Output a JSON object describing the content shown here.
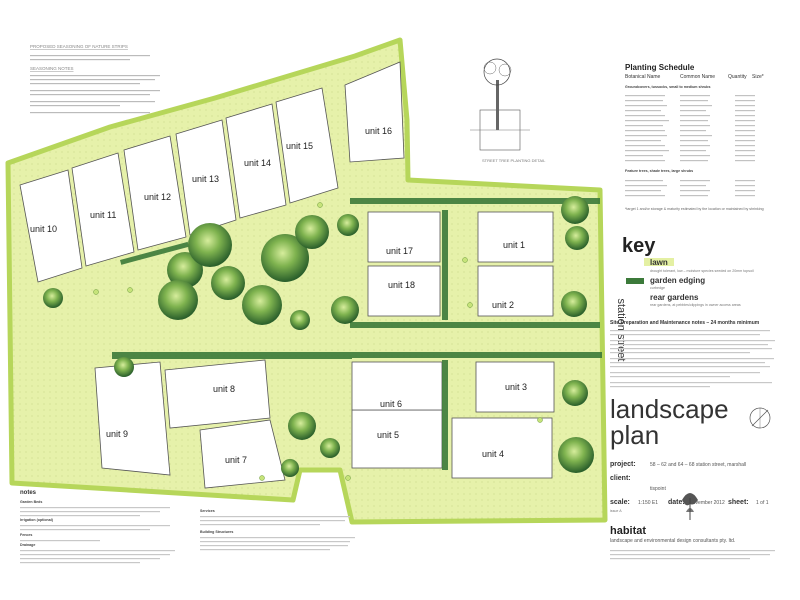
{
  "plan": {
    "title": "landscape plan",
    "street_name": "station street",
    "units": [
      "unit 1",
      "unit 2",
      "unit 3",
      "unit 4",
      "unit 5",
      "unit 6",
      "unit 7",
      "unit 8",
      "unit 9",
      "unit 10",
      "unit 11",
      "unit 12",
      "unit 13",
      "unit 14",
      "unit 15",
      "unit 16",
      "unit 17",
      "unit 18"
    ]
  },
  "strips_note": {
    "heading": "PROPOSED SEASONING OF NATURE STRIPS",
    "sub": "SEASONING NOTES"
  },
  "schedule": {
    "title": "Planting Schedule",
    "columns": [
      "Botanical Name",
      "Common Name",
      "Quantity",
      "Size*"
    ],
    "section1": "Groundcovers, tussocks, small to medium shrubs",
    "section2": "Feature trees, shade trees, large shrubs",
    "footer": "*target 1 and/or storage & maturity estimated by the location or maintained by shrinking"
  },
  "detail": {
    "caption": "STREET TREE PLANTING DETAIL"
  },
  "key": {
    "title": "key",
    "items": [
      {
        "label": "lawn",
        "note": "drought tolerant, low – moisture species seeded on 20mm topsoil",
        "color": "#e4f0a3"
      },
      {
        "label": "garden edging",
        "note": "curbedge",
        "color": "#3c7a3a"
      },
      {
        "label": "rear gardens",
        "note": "rear gardens, at pebbles/clippings in owner access areas",
        "color": "#eaf2c6"
      }
    ],
    "site_prep": "Site Preparation and Maintenance notes – 24 months minimum"
  },
  "title_block": {
    "project_label": "project:",
    "project_value": "58 – 62 and 64 – 68 station street, marshall",
    "client_label": "client:",
    "client_value": "tispoint",
    "scale_label": "scale:",
    "scale_value": "1:150 E1",
    "date_label": "date:",
    "date_value": "november 2012",
    "sheet_label": "sheet:",
    "sheet_value": "1 of 1",
    "issue": "issue A"
  },
  "notes": {
    "heading": "notes",
    "items": [
      "Garden Beds",
      "Irrigation (optional)",
      "Fences",
      "Drainage",
      "Services",
      "Building Structures"
    ]
  },
  "brand": {
    "name": "habitat",
    "tagline": "landscape and environmental design consultants pty. ltd."
  },
  "colors": {
    "lawn": "#e4f0a3",
    "lawn_edge": "#b6d65a",
    "tree_dark": "#2f6b32",
    "tree_mid": "#5e9b47",
    "tree_light": "#b8dc7a",
    "edging": "#3c7a3a"
  }
}
